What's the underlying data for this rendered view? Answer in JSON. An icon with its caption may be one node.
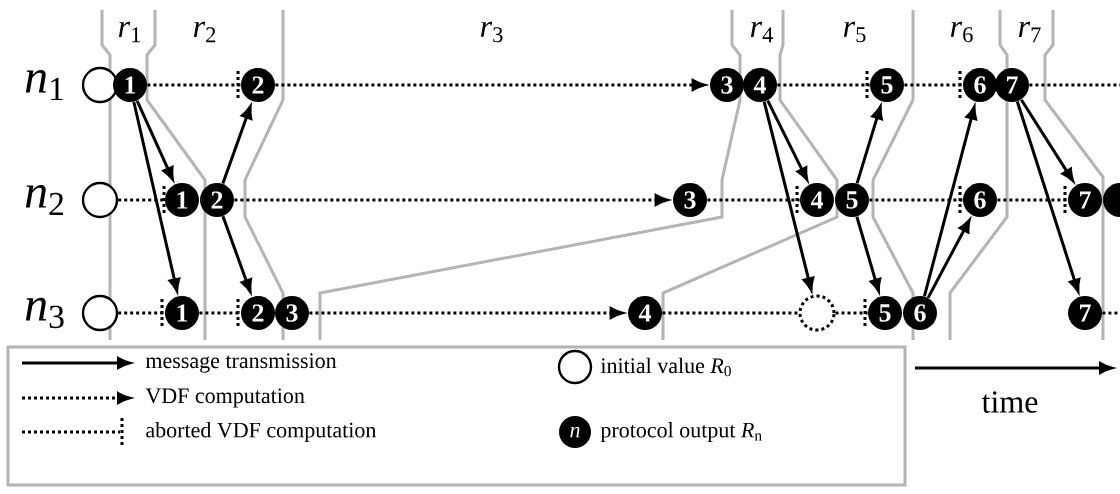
{
  "diagram": {
    "nodes": [
      {
        "text": [],
        "shape": "circle"
      },
      {
        "text": [
          "1"
        ]
      },
      {
        "text": [
          "2"
        ]
      },
      {
        "text": [
          "3"
        ]
      },
      {
        "text": [
          "4"
        ]
      },
      {
        "text": [
          "5"
        ]
      },
      {
        "text": [
          "6"
        ]
      },
      {
        "text": [
          "7"
        ]
      },
      {
        "text": [],
        "shape": "circle"
      },
      {
        "text": [
          "1"
        ]
      },
      {
        "text": [
          "2"
        ]
      },
      {
        "text": [
          "3"
        ]
      },
      {
        "text": [
          "4"
        ]
      },
      {
        "text": [
          "5"
        ]
      },
      {
        "text": [
          "6"
        ]
      },
      {
        "text": [
          "7"
        ]
      },
      {
        "text": [],
        "shape": "circle"
      },
      {
        "text": [],
        "shape": "circle"
      },
      {
        "text": [
          "1"
        ]
      },
      {
        "text": [
          "2"
        ]
      },
      {
        "text": [
          "3"
        ]
      },
      {
        "text": [
          "4"
        ]
      },
      {
        "text": [],
        "shape": "circle"
      },
      {
        "text": [
          "5"
        ]
      },
      {
        "text": [
          "6"
        ]
      },
      {
        "text": [
          "7"
        ]
      }
    ],
    "edges": [
      {
        "from": 1,
        "to": 9,
        "arrow": "to"
      },
      {
        "from": 1,
        "to": 18,
        "arrow": "to"
      },
      {
        "from": 10,
        "to": 2,
        "arrow": "to"
      },
      {
        "from": 10,
        "to": 19,
        "arrow": "to"
      },
      {
        "from": 4,
        "to": 12,
        "arrow": "to"
      },
      {
        "from": 4,
        "to": 22,
        "arrow": "to"
      },
      {
        "from": 13,
        "to": 5,
        "arrow": "to"
      },
      {
        "from": 13,
        "to": 23,
        "arrow": "to"
      },
      {
        "from": 24,
        "to": 6,
        "arrow": "to"
      },
      {
        "from": 24,
        "to": 14,
        "arrow": "to"
      },
      {
        "from": 7,
        "to": 15,
        "arrow": "to"
      },
      {
        "from": 7,
        "to": 25,
        "arrow": "to"
      },
      {
        "from": 1,
        "to": 2,
        "arrow": "none",
        "style": "dashed"
      },
      {
        "from": 2,
        "to": 3,
        "arrow": "to",
        "style": "dashed"
      },
      {
        "from": 4,
        "to": 5,
        "arrow": "none",
        "style": "dashed"
      },
      {
        "from": 5,
        "to": 6,
        "arrow": "none",
        "style": "dashed"
      },
      {
        "from": 7,
        "to": null,
        "arrow": "none",
        "style": "dashed"
      },
      {
        "from": 8,
        "to": 9,
        "arrow": "none",
        "style": "dashed"
      },
      {
        "from": 10,
        "to": 11,
        "arrow": "to",
        "style": "dashed"
      },
      {
        "from": 11,
        "to": 12,
        "arrow": "none",
        "style": "dashed"
      },
      {
        "from": 13,
        "to": 14,
        "arrow": "none",
        "style": "dashed"
      },
      {
        "from": 14,
        "to": 15,
        "arrow": "none",
        "style": "dashed"
      },
      {
        "from": 17,
        "to": 18,
        "arrow": "none",
        "style": "dashed"
      },
      {
        "from": 18,
        "to": 19,
        "arrow": "none",
        "style": "dashed"
      },
      {
        "from": 20,
        "to": 21,
        "arrow": "to",
        "style": "dashed"
      },
      {
        "from": 21,
        "to": 22,
        "arrow": "none",
        "style": "dashed"
      },
      {
        "from": 22,
        "to": 23,
        "arrow": "none",
        "style": "dashed"
      },
      {
        "from": 25,
        "to": null,
        "arrow": "none",
        "style": "dashed"
      }
    ],
    "labels": [
      "*r*$_{1}$",
      "*r*$_{2}$",
      "*r*$_{3}$",
      "*r*$_{4}$",
      "*r*$_{5}$",
      "*r*$_{6}$",
      "*r*$_{7}$",
      "*n*$_{1}$",
      "*n*$_{2}$",
      "*n*$_{3}$",
      "*n*",
      "time"
    ],
    "legend": [
      {
        "text": "message transmission"
      },
      {
        "text": "VDF computation"
      },
      {
        "text": "aborted VDF computation"
      },
      {
        "text": "initial value *R*$_{0}$"
      },
      {
        "text": "protocol output *R*$_{n}$"
      }
    ]
  }
}
